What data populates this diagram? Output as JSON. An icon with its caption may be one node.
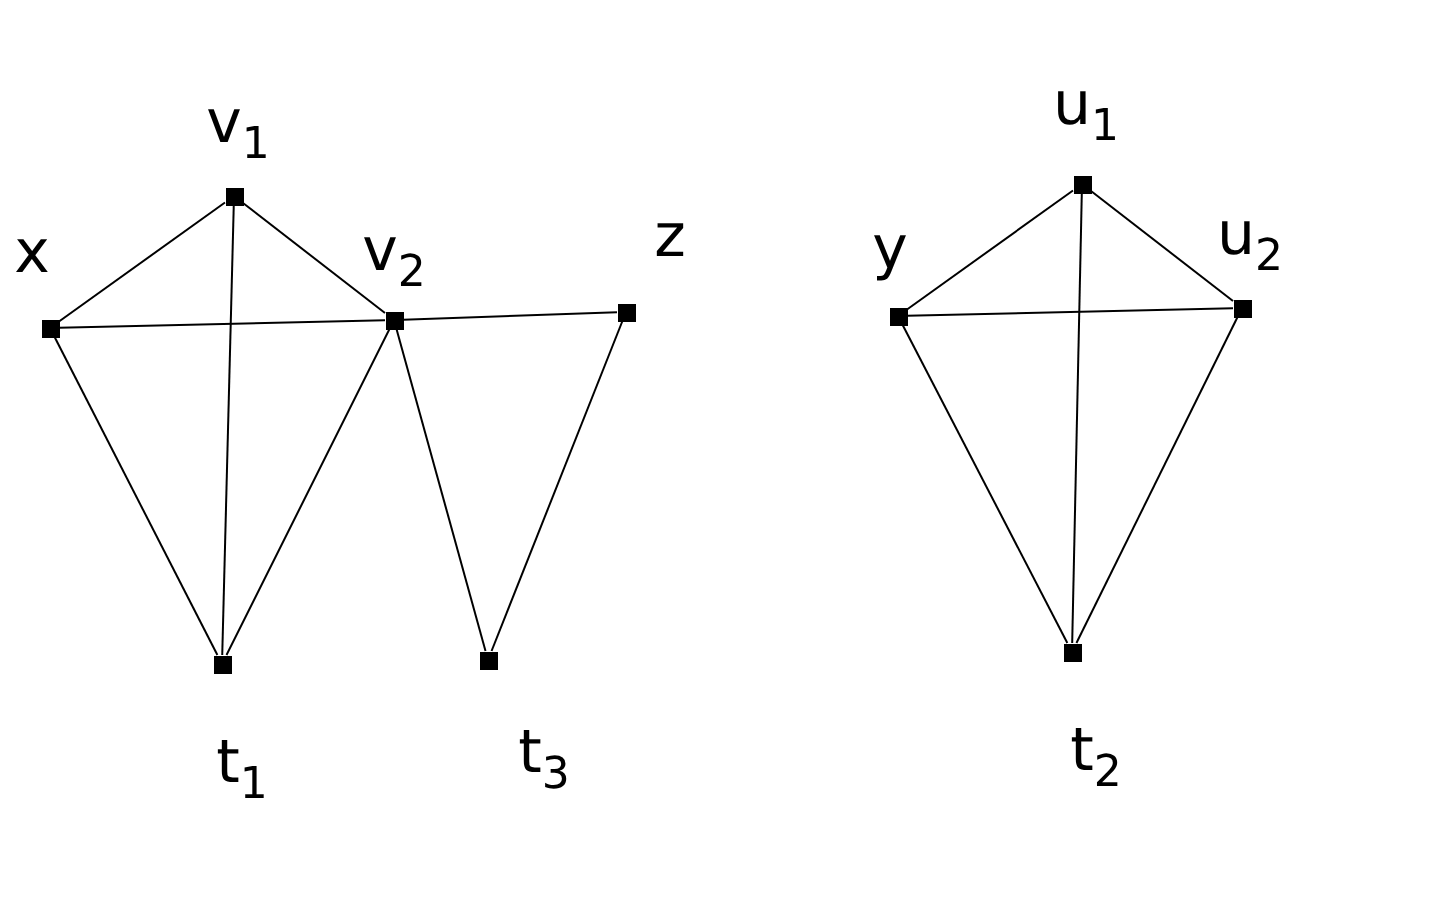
{
  "diagram": {
    "nodes": [
      {
        "text": [],
        "shape": "box",
        "beside": [
          "x"
        ]
      },
      {
        "text": [],
        "shape": "box",
        "beside": [
          "v$_{1}$"
        ]
      },
      {
        "text": [],
        "shape": "box",
        "beside": [
          "v$_{2}$"
        ]
      },
      {
        "text": [],
        "shape": "box",
        "beside": [
          "z"
        ]
      },
      {
        "text": [],
        "shape": "box",
        "beside": [
          "t$_{1}$"
        ]
      },
      {
        "text": [],
        "shape": "box",
        "beside": [
          "t$_{3}$"
        ]
      },
      {
        "text": [],
        "shape": "box",
        "beside": [
          "y"
        ]
      },
      {
        "text": [],
        "shape": "box",
        "beside": [
          "u$_{1}$"
        ]
      },
      {
        "text": [],
        "shape": "box",
        "beside": [
          "u$_{2}$"
        ]
      },
      {
        "text": [],
        "shape": "box",
        "beside": [
          "t$_{2}$"
        ]
      }
    ],
    "edges": [
      {
        "from": 0,
        "to": 1,
        "arrow": "none"
      },
      {
        "from": 1,
        "to": 2,
        "arrow": "none"
      },
      {
        "from": 0,
        "to": 2,
        "arrow": "none"
      },
      {
        "from": 2,
        "to": 3,
        "arrow": "none"
      },
      {
        "from": 1,
        "to": 4,
        "arrow": "none"
      },
      {
        "from": 0,
        "to": 4,
        "arrow": "none"
      },
      {
        "from": 2,
        "to": 4,
        "arrow": "none"
      },
      {
        "from": 2,
        "to": 5,
        "arrow": "none"
      },
      {
        "from": 3,
        "to": 5,
        "arrow": "none"
      },
      {
        "from": 6,
        "to": 7,
        "arrow": "none"
      },
      {
        "from": 7,
        "to": 8,
        "arrow": "none"
      },
      {
        "from": 6,
        "to": 8,
        "arrow": "none"
      },
      {
        "from": 7,
        "to": 9,
        "arrow": "none"
      },
      {
        "from": 6,
        "to": 9,
        "arrow": "none"
      },
      {
        "from": 8,
        "to": 9,
        "arrow": "none"
      }
    ]
  }
}
